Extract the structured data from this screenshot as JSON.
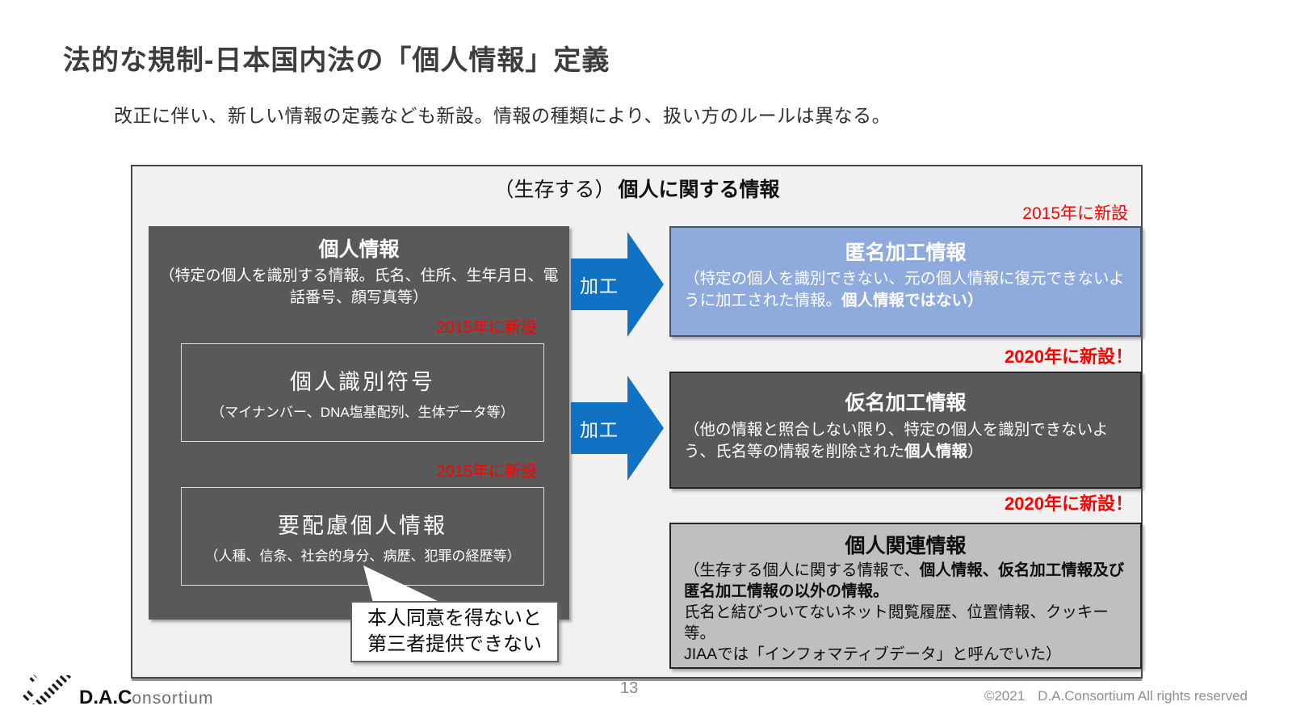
{
  "slide": {
    "title": "法的な規制-日本国内法の「個人情報」定義",
    "subtitle": "改正に伴い、新しい情報の定義なども新設。情報の種類により、扱い方のルールは異なる。",
    "page_number": "13",
    "copyright_year": "©2021",
    "copyright_text": "D.A.Consortium All rights reserved"
  },
  "footer_logo": {
    "bold": "D.A.C",
    "rest": "onsortium"
  },
  "diagram": {
    "heading_prefix": "（生存する）",
    "heading_main": "個人に関する情報",
    "badge_2015": "2015年に新設",
    "badge_2020": "2020年に新設！",
    "arrow_label": "加工",
    "personal_info": {
      "title": "個人情報",
      "desc": "（特定の個人を識別する情報。氏名、住所、生年月日、電話番号、顔写真等）",
      "code_box": {
        "title": "個人識別符号",
        "desc": "（マイナンバー、DNA塩基配列、生体データ等）"
      },
      "sensitive_box": {
        "title": "要配慮個人情報",
        "desc": "（人種、信条、社会的身分、病歴、犯罪の経歴等）"
      }
    },
    "anonymized": {
      "title": "匿名加工情報",
      "desc_plain": "（特定の個人を識別できない、元の個人情報に復元できないように加工された情報。",
      "desc_bold": "個人情報ではない",
      "desc_close": "）"
    },
    "pseudonymized": {
      "title": "仮名加工情報",
      "desc_plain": "（他の情報と照合しない限り、特定の個人を識別できないよう、氏名等の情報を削除された",
      "desc_bold": "個人情報",
      "desc_close": "）"
    },
    "related": {
      "title": "個人関連情報",
      "desc_lead": "（生存する個人に関する情報で、",
      "desc_bold": "個人情報、仮名加工情報及び匿名加工情報の以外の情報。",
      "desc_line2": "氏名と結びついてないネット閲覧履歴、位置情報、クッキー等。",
      "desc_line3": "JIAAでは「インフォマティブデータ」と呼んでいた）"
    },
    "callout": {
      "line1": "本人同意を得ないと",
      "line2": "第三者提供できない"
    }
  },
  "colors": {
    "accent_red": "#ff0000",
    "arrow_blue": "#1172c3",
    "dark_box_gray": "#595959",
    "anonymized_blue": "#8faadc",
    "related_gray": "#bfbfbf",
    "canvas_bg": "#f1f1f1",
    "title_gray": "#3d3d3d"
  }
}
